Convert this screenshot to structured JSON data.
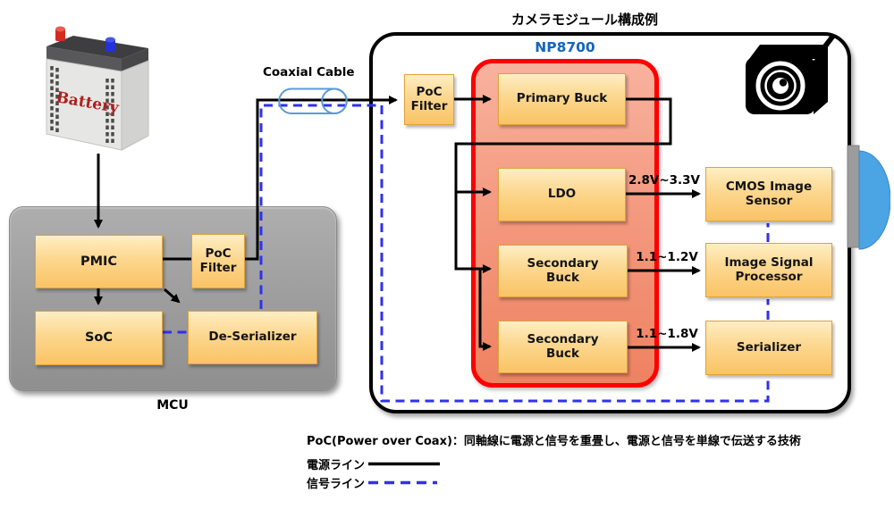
{
  "header": {
    "title": "カメラモジュール構成例"
  },
  "chip": {
    "name": "NP8700"
  },
  "mcu": {
    "label": "MCU"
  },
  "coax": {
    "label": "Coaxial Cable"
  },
  "battery": {
    "label": "Battery"
  },
  "blocks": {
    "pmic": "PMIC",
    "poc_filter_mcu": "PoC Filter",
    "soc": "SoC",
    "deserializer": "De-Serializer",
    "poc_filter_cam": "PoC Filter",
    "primary_buck": "Primary Buck",
    "ldo": "LDO",
    "secondary_buck_1": "Secondary Buck",
    "secondary_buck_2": "Secondary Buck",
    "cmos_image_sensor": "CMOS Image Sensor",
    "image_signal_processor": "Image Signal Processor",
    "serializer": "Serializer"
  },
  "voltages": {
    "ldo_output": "2.8V~3.3V",
    "secondary_buck_1_output": "1.1~1.2V",
    "secondary_buck_2_output": "1.1~1.8V"
  },
  "legend": {
    "poc_definition": "PoC(Power over Coax)：同軸線に電源と信号を重畳し、電源と信号を単線で伝送する技術",
    "power_line_label": "電源ライン",
    "signal_line_label": "信号ライン"
  },
  "colors": {
    "power_line": "#000000",
    "signal_line": "#3030f0",
    "np8700_border": "#fe0000",
    "np8700_text": "#1465be",
    "block_fill": "#fbcd79",
    "coax_outline": "#5b9bd5"
  }
}
